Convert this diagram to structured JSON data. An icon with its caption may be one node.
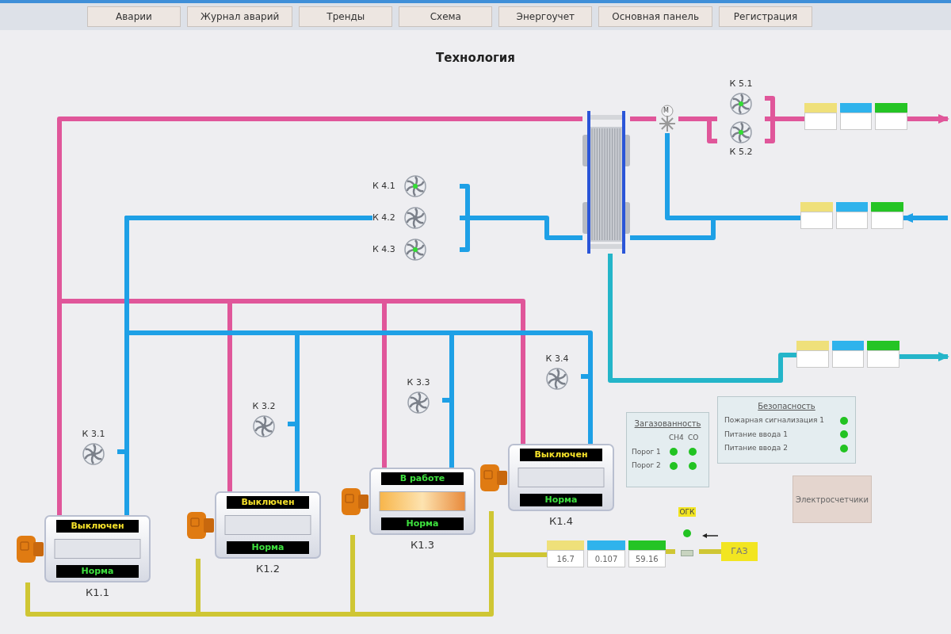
{
  "diagram": {
    "title": "Технология",
    "nodes": [
      {
        "text": [
          "Выключен",
          "Норма"
        ],
        "beside": [
          "К1.1"
        ]
      },
      {
        "text": [
          "Выключен",
          "Норма"
        ],
        "beside": [
          "К1.2"
        ]
      },
      {
        "text": [
          "В работе",
          "Норма"
        ],
        "beside": [
          "К1.3"
        ]
      },
      {
        "text": [
          "Выключен",
          "Норма"
        ],
        "beside": [
          "К1.4"
        ]
      },
      {
        "text": [
          "К 3.1"
        ]
      },
      {
        "text": [
          "К 3.2"
        ]
      },
      {
        "text": [
          "К 3.3"
        ]
      },
      {
        "text": [
          "К 3.4"
        ]
      },
      {
        "text": [
          "К 4.1"
        ]
      },
      {
        "text": [
          "К 4.2"
        ]
      },
      {
        "text": [
          "К 4.3"
        ]
      },
      {
        "text": [
          "К 5.1"
        ]
      },
      {
        "text": [
          "К 5.2"
        ]
      },
      {
        "text": [],
        "shape": "picture"
      },
      {
        "text": [
          "M"
        ]
      },
      {
        "text": [],
        "shape": "box"
      },
      {
        "text": [],
        "shape": "box"
      },
      {
        "text": [],
        "shape": "box"
      },
      {
        "text": [
          "16.7",
          "0.107",
          "59.16"
        ]
      },
      {
        "text": [
          "ОГК"
        ]
      },
      {
        "text": [
          "ГАЗ"
        ]
      },
      {
        "text": [
          "Загазованность",
          "СН4",
          "СО",
          "Порог 1",
          "Порог 2"
        ]
      },
      {
        "text": [
          "Безопасность",
          "Пожарная сигнализация 1",
          "Питание ввода 1",
          "Питание ввода 2"
        ]
      },
      {
        "text": [
          "Электросчетчики"
        ]
      }
    ],
    "edges": [
      {
        "from": 0,
        "to": 13,
        "arrow": "none",
        "color": "#e0569a"
      },
      {
        "from": 13,
        "to": 14,
        "arrow": "none",
        "color": "#e0569a"
      },
      {
        "from": 14,
        "to": 11,
        "arrow": "none",
        "color": "#e0569a"
      },
      {
        "from": 11,
        "to": 15,
        "arrow": "none",
        "color": "#e0569a"
      },
      {
        "from": 15,
        "to": null,
        "arrow": "to",
        "color": "#e0569a"
      },
      {
        "from": 1,
        "to": 0,
        "arrow": "none",
        "color": "#e0569a"
      },
      {
        "from": 2,
        "to": 1,
        "arrow": "none",
        "color": "#e0569a"
      },
      {
        "from": 3,
        "to": 2,
        "arrow": "none",
        "color": "#e0569a"
      },
      {
        "from": 4,
        "to": 0,
        "arrow": "none"
      },
      {
        "from": 5,
        "to": 1,
        "arrow": "none"
      },
      {
        "from": 6,
        "to": 2,
        "arrow": "none"
      },
      {
        "from": 7,
        "to": 3,
        "arrow": "none"
      },
      {
        "from": 9,
        "to": 0,
        "arrow": "none"
      },
      {
        "from": 9,
        "to": 1,
        "arrow": "none"
      },
      {
        "from": 9,
        "to": 2,
        "arrow": "none"
      },
      {
        "from": 9,
        "to": 3,
        "arrow": "none"
      },
      {
        "from": 13,
        "to": 9,
        "arrow": "none"
      },
      {
        "from": 16,
        "to": 13,
        "arrow": "none"
      },
      {
        "from": null,
        "to": 16,
        "arrow": "to"
      },
      {
        "from": 14,
        "to": 16,
        "arrow": "none"
      },
      {
        "from": 13,
        "to": 17,
        "arrow": "none",
        "color": "#24b5c9"
      },
      {
        "from": 17,
        "to": null,
        "arrow": "to",
        "color": "#24b5c9"
      },
      {
        "from": 20,
        "to": 19,
        "arrow": "none",
        "color": "#cfc634"
      },
      {
        "from": 19,
        "to": 18,
        "arrow": "none",
        "color": "#cfc634"
      },
      {
        "from": 18,
        "to": 3,
        "arrow": "none",
        "color": "#cfc634"
      },
      {
        "from": 3,
        "to": 2,
        "arrow": "none",
        "color": "#cfc634"
      },
      {
        "from": 2,
        "to": 1,
        "arrow": "none",
        "color": "#cfc634"
      },
      {
        "from": 1,
        "to": 0,
        "arrow": "none",
        "color": "#cfc634"
      },
      {
        "from": 8,
        "to": 10,
        "arrow": "none"
      },
      {
        "from": 11,
        "to": 12,
        "arrow": "none",
        "color": "#e0569a"
      },
      {
        "from": 14,
        "to": 12,
        "arrow": "none",
        "color": "#e0569a"
      }
    ],
    "labels": [
      "Аварии",
      "Журнал аварий",
      "Тренды",
      "Схема",
      "Энергоучет",
      "Основная панель",
      "Регистрация"
    ]
  }
}
